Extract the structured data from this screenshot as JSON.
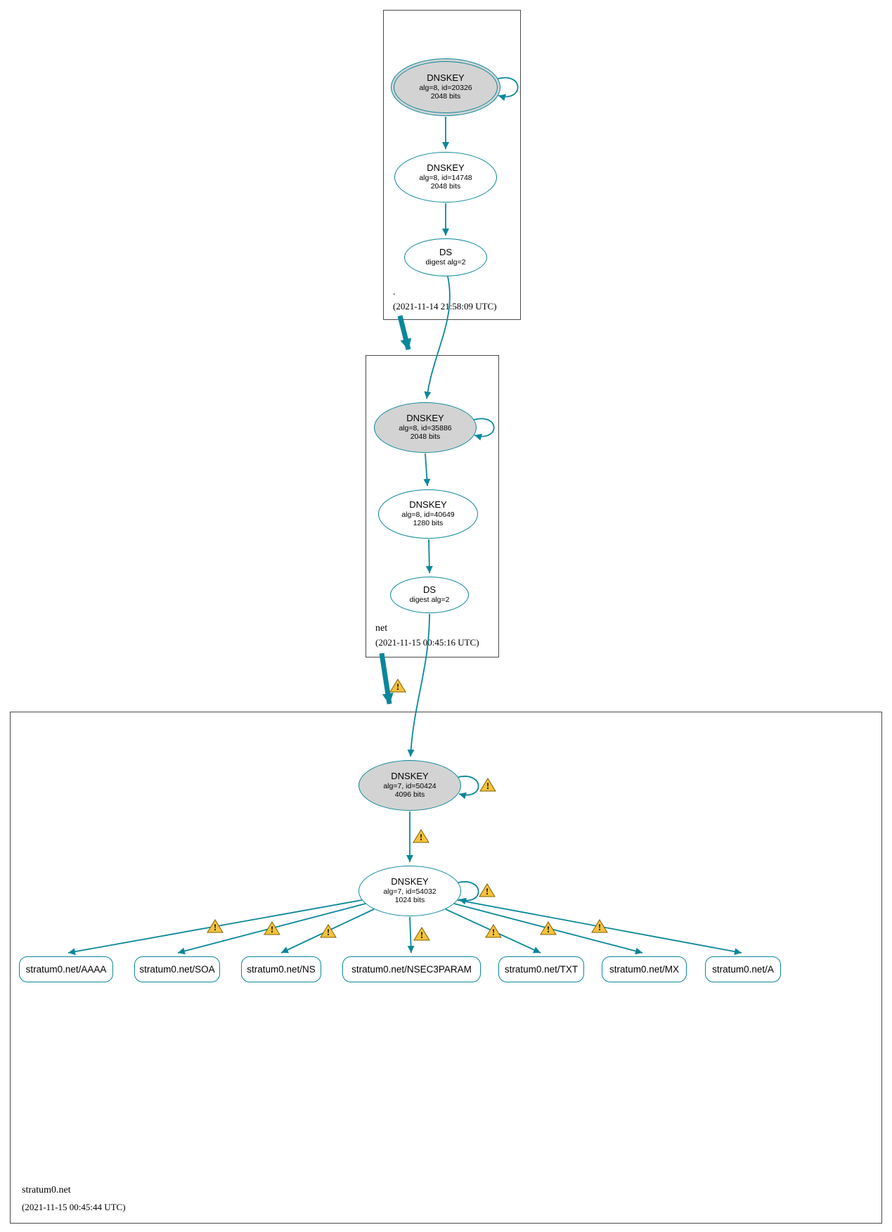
{
  "theme": {
    "edge_color": "#0a879a",
    "node_fill_ksk": "#d3d3d3",
    "node_fill": "#ffffff",
    "warning_fill": "#f5c33c"
  },
  "icons": {
    "warning_icon_name": "warning-triangle-icon",
    "warning_glyph": "!"
  },
  "zones": [
    {
      "name": ".",
      "timestamp": "(2021-11-14 21:58:09 UTC)",
      "ksk": {
        "title": "DNSKEY",
        "detail": "alg=8, id=20326",
        "bits": "2048 bits"
      },
      "zsk": {
        "title": "DNSKEY",
        "detail": "alg=8, id=14748",
        "bits": "2048 bits"
      },
      "ds": {
        "title": "DS",
        "detail": "digest alg=2"
      }
    },
    {
      "name": "net",
      "timestamp": "(2021-11-15 00:45:16 UTC)",
      "ksk": {
        "title": "DNSKEY",
        "detail": "alg=8, id=35886",
        "bits": "2048 bits"
      },
      "zsk": {
        "title": "DNSKEY",
        "detail": "alg=8, id=40649",
        "bits": "1280 bits"
      },
      "ds": {
        "title": "DS",
        "detail": "digest alg=2"
      }
    },
    {
      "name": "stratum0.net",
      "timestamp": "(2021-11-15 00:45:44 UTC)",
      "ksk": {
        "title": "DNSKEY",
        "detail": "alg=7, id=50424",
        "bits": "4096 bits"
      },
      "zsk": {
        "title": "DNSKEY",
        "detail": "alg=7, id=54032",
        "bits": "1024 bits"
      },
      "rrsets": [
        {
          "label": "stratum0.net/AAAA"
        },
        {
          "label": "stratum0.net/SOA"
        },
        {
          "label": "stratum0.net/NS"
        },
        {
          "label": "stratum0.net/NSEC3PARAM"
        },
        {
          "label": "stratum0.net/TXT"
        },
        {
          "label": "stratum0.net/MX"
        },
        {
          "label": "stratum0.net/A"
        }
      ]
    }
  ]
}
